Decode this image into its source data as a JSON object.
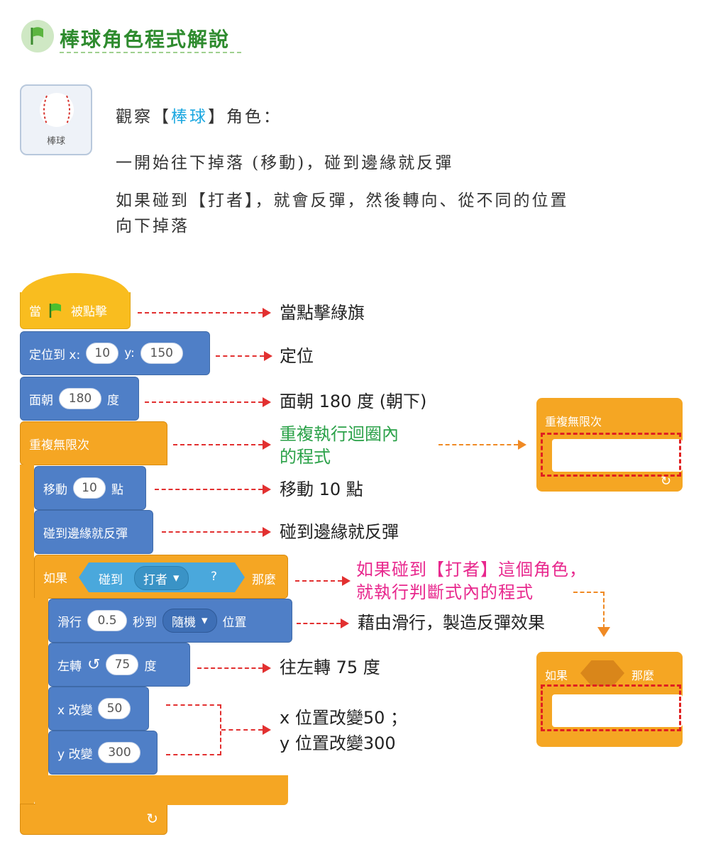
{
  "header": {
    "title": "棒球角色程式解說"
  },
  "sprite": {
    "name": "棒球"
  },
  "description": {
    "line1_pre": "觀察【",
    "line1_hl": "棒球",
    "line1_post": "】角色：",
    "line2": "一開始往下掉落 (移動)，碰到邊緣就反彈",
    "line3": "如果碰到【打者】，就會反彈，然後轉向、從不同的位置",
    "line4": "向下掉落"
  },
  "blocks": {
    "when_flag": {
      "pre": "當",
      "post": "被點擊"
    },
    "goto": {
      "label": "定位到 x:",
      "x": "10",
      "ylabel": "y:",
      "y": "150"
    },
    "point": {
      "label": "面朝",
      "value": "180",
      "unit": "度"
    },
    "forever": {
      "label": "重複無限次"
    },
    "move": {
      "label": "移動",
      "value": "10",
      "unit": "點"
    },
    "bounce": {
      "label": "碰到邊緣就反彈"
    },
    "if": {
      "label": "如果",
      "touch": "碰到",
      "target": "打者",
      "q": "?",
      "then": "那麼"
    },
    "glide": {
      "label": "滑行",
      "secs": "0.5",
      "mid": "秒到",
      "target": "隨機",
      "post": "位置"
    },
    "turn": {
      "label": "左轉",
      "value": "75",
      "unit": "度"
    },
    "change_x": {
      "label": "x 改變",
      "value": "50"
    },
    "change_y": {
      "label": "y 改變",
      "value": "300"
    }
  },
  "annotations": {
    "flag": "當點擊綠旗",
    "goto": "定位",
    "point": "面朝 180 度 (朝下)",
    "forever_1": "重複執行迴圈內",
    "forever_2": "的程式",
    "move": "移動 10 點",
    "bounce": "碰到邊緣就反彈",
    "if_1": "如果碰到【打者】這個角色，",
    "if_2": "就執行判斷式內的程式",
    "glide": "藉由滑行，製造反彈效果",
    "turn": "往左轉 75 度",
    "xy_1": "x 位置改變50 ；",
    "xy_2": "y 位置改變300"
  },
  "mini": {
    "forever": "重複無限次",
    "if": "如果",
    "then": "那麼"
  },
  "colors": {
    "motion": "#4f7fc7",
    "control": "#f5a623",
    "event": "#f9bd1f",
    "title": "#2e8b2e",
    "pink": "#e8278d"
  }
}
